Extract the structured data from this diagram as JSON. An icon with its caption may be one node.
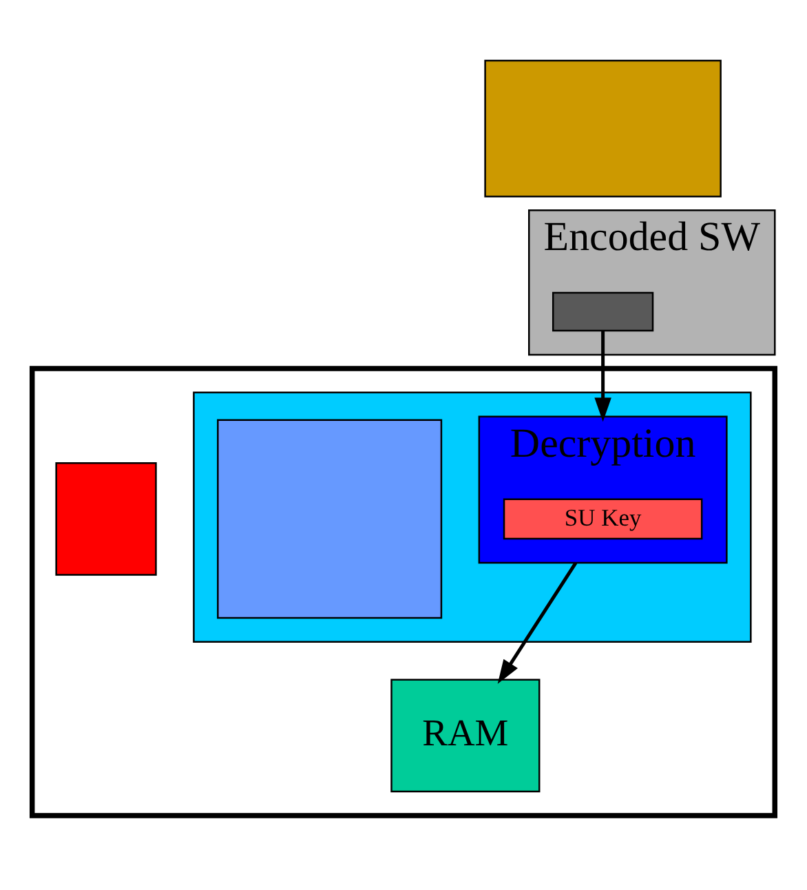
{
  "diagram": {
    "nodes": [
      {
        "text": [],
        "shape": "box"
      },
      {
        "text": [],
        "shape": "box",
        "in": 0
      },
      {
        "text": [
          "Decryption"
        ],
        "in": 1
      },
      {
        "text": [
          "SU Key"
        ],
        "in": 2
      },
      {
        "text": [],
        "shape": "box",
        "in": 1
      },
      {
        "text": [],
        "shape": "box",
        "in": 0
      },
      {
        "text": [
          "RAM"
        ],
        "in": 0
      },
      {
        "text": [],
        "shape": "box"
      },
      {
        "text": [
          "Encoded SW"
        ]
      },
      {
        "text": [],
        "shape": "box",
        "in": 8
      }
    ],
    "edges": [
      {
        "from": 9,
        "to": 2,
        "arrow": "to"
      },
      {
        "from": 2,
        "to": 6,
        "arrow": "to"
      }
    ]
  }
}
